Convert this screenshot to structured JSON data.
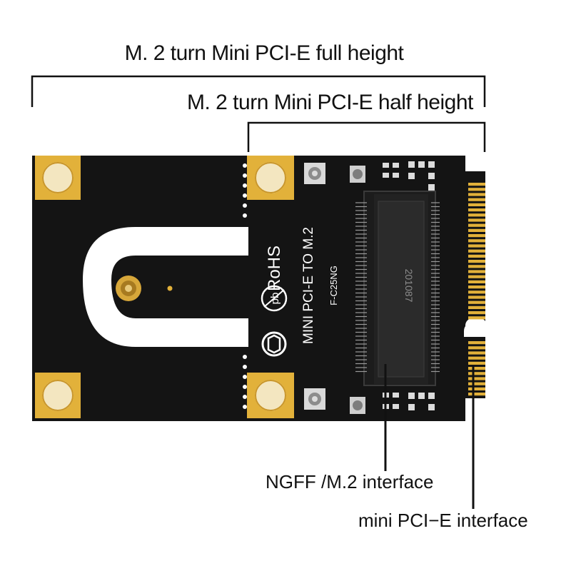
{
  "labels": {
    "full_height": "M. 2 turn Mini PCI-E full height",
    "half_height": "M. 2 turn Mini PCI-E half height",
    "ngff_interface": "NGFF /M.2 interface",
    "mini_pcie_interface": "mini PCI−E interface"
  },
  "board": {
    "silkscreen_title": "MINI PCI-E TO M.2",
    "model": "F-C25NG",
    "rohs": "RoHS",
    "pb": "pb",
    "connector_marking": "201087"
  },
  "colors": {
    "board": "#141414",
    "gold": "#e2b13a",
    "slot": "#ffffff",
    "text": "#111111"
  }
}
